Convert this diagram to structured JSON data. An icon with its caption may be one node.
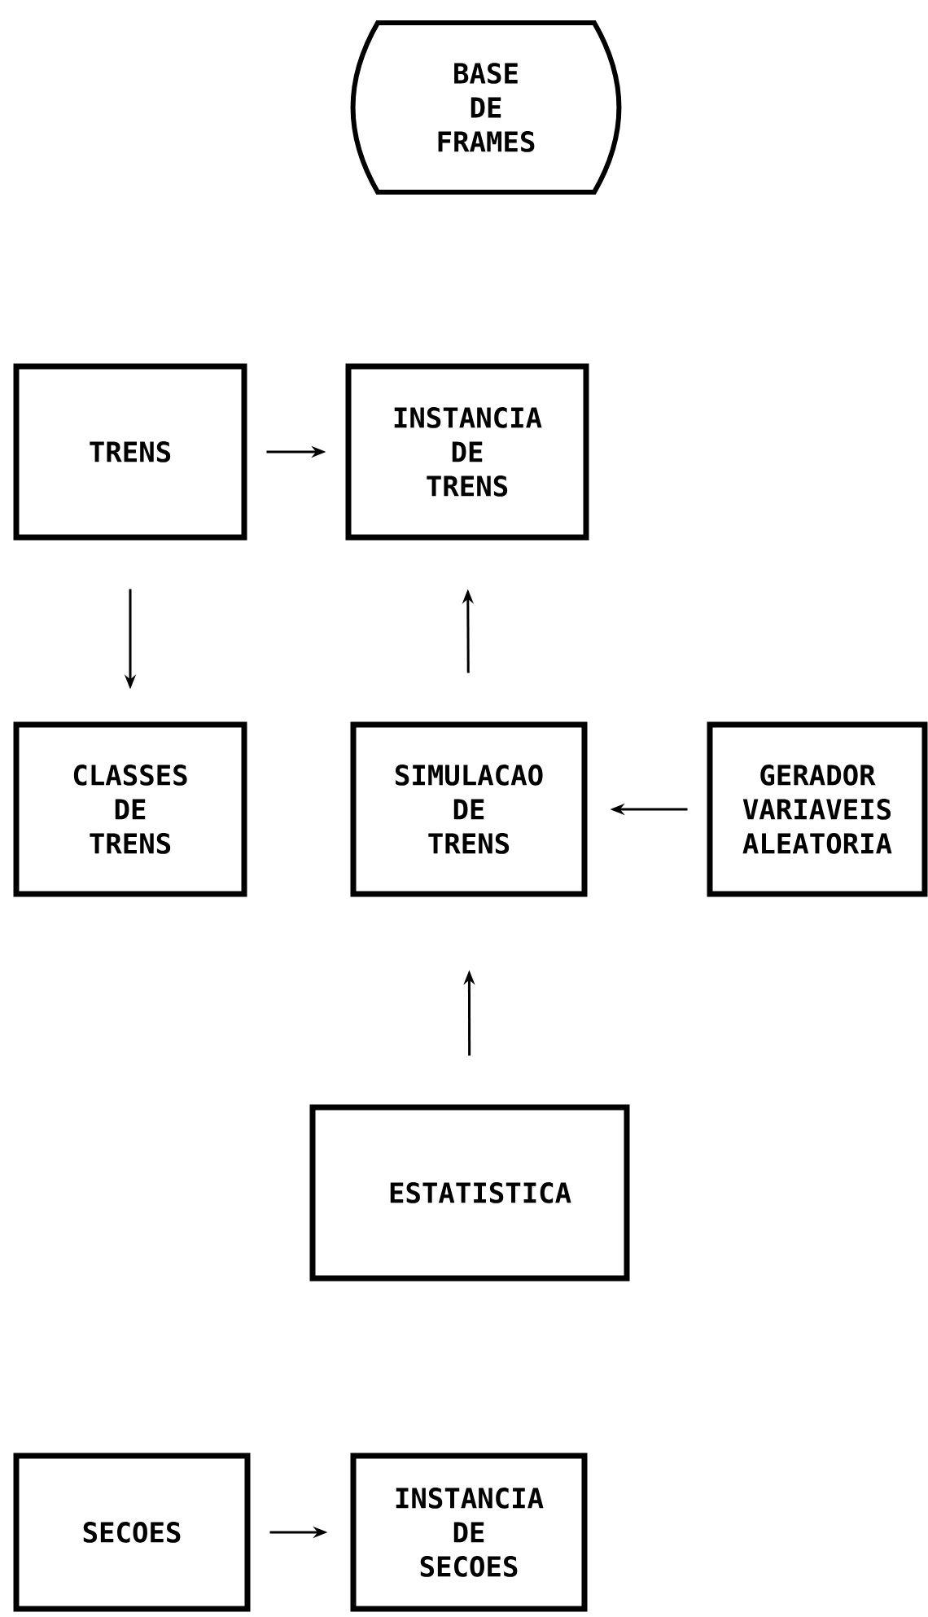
{
  "diagram": {
    "nodes": [
      {
        "text": [
          "BASE DE FRAMES"
        ]
      },
      {
        "text": [
          "TRENS"
        ]
      },
      {
        "text": [
          "INSTANCIA DE TRENS"
        ]
      },
      {
        "text": [
          "CLASSES DE TRENS"
        ]
      },
      {
        "text": [
          "SIMULACAO DE TRENS"
        ]
      },
      {
        "text": [
          "GERADOR VARIAVEIS ALEATORIA"
        ]
      },
      {
        "text": [
          "ESTATISTICA"
        ]
      },
      {
        "text": [
          "SECOES"
        ]
      },
      {
        "text": [
          "INSTANCIA DE SECOES"
        ]
      }
    ],
    "edges": [
      {
        "from": 1,
        "to": 2,
        "arrow": "to"
      },
      {
        "from": 1,
        "to": 3,
        "arrow": "to"
      },
      {
        "from": 4,
        "to": 2,
        "arrow": "to"
      },
      {
        "from": 5,
        "to": 4,
        "arrow": "to"
      },
      {
        "from": 6,
        "to": 4,
        "arrow": "to"
      },
      {
        "from": 7,
        "to": 8,
        "arrow": "to"
      }
    ]
  }
}
